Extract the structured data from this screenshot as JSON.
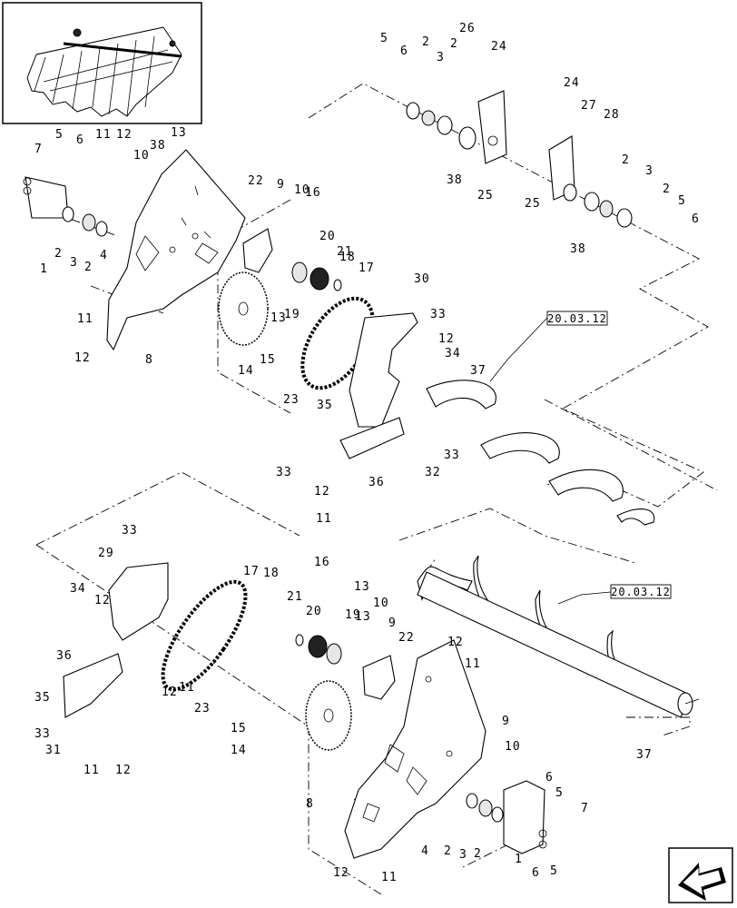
{
  "diagram": {
    "reference_label": "20.03.12",
    "callouts_upper": [
      "1",
      "2",
      "3",
      "2",
      "4",
      "5",
      "6",
      "7",
      "11",
      "12",
      "10",
      "38",
      "13",
      "8",
      "11",
      "12",
      "22",
      "9",
      "10",
      "16",
      "20",
      "21",
      "18",
      "17",
      "19",
      "13",
      "14",
      "15",
      "23",
      "30",
      "33",
      "12",
      "34",
      "37",
      "35",
      "33",
      "36",
      "32",
      "33",
      "12",
      "11",
      "5",
      "6",
      "2",
      "3",
      "2",
      "26",
      "24",
      "38",
      "25",
      "24",
      "27",
      "28",
      "2",
      "3",
      "2",
      "5",
      "6",
      "25",
      "38"
    ],
    "callouts_lower": [
      "33",
      "29",
      "34",
      "12",
      "17",
      "18",
      "16",
      "21",
      "20",
      "13",
      "10",
      "9",
      "22",
      "12",
      "11",
      "36",
      "35",
      "33",
      "31",
      "11",
      "12",
      "12",
      "11",
      "23",
      "15",
      "14",
      "19",
      "13",
      "9",
      "10",
      "8",
      "12",
      "11",
      "4",
      "2",
      "3",
      "2",
      "1",
      "6",
      "5",
      "6",
      "5",
      "7",
      "37"
    ],
    "navigation": "previous-page-arrow"
  }
}
